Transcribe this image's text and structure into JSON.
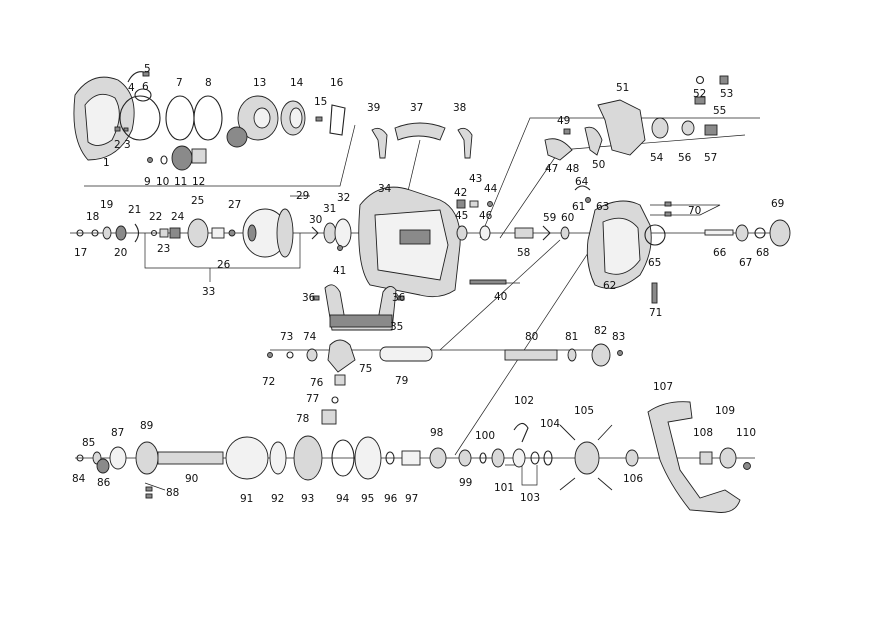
{
  "labels": [
    "1",
    "2",
    "3",
    "4",
    "5",
    "6",
    "7",
    "8",
    "9",
    "10",
    "11",
    "12",
    "13",
    "14",
    "15",
    "16",
    "17",
    "18",
    "19",
    "20",
    "21",
    "22",
    "23",
    "24",
    "25",
    "26",
    "27",
    "29",
    "30",
    "31",
    "32",
    "33",
    "34",
    "35",
    "36",
    "36",
    "37",
    "38",
    "39",
    "40",
    "41",
    "42",
    "43",
    "44",
    "45",
    "46",
    "47",
    "48",
    "49",
    "50",
    "51",
    "52",
    "53",
    "54",
    "55",
    "56",
    "57",
    "58",
    "59",
    "60",
    "61",
    "62",
    "63",
    "64",
    "65",
    "66",
    "67",
    "68",
    "69",
    "70",
    "71",
    "72",
    "73",
    "74",
    "75",
    "76",
    "77",
    "78",
    "79",
    "80",
    "81",
    "82",
    "83",
    "84",
    "85",
    "86",
    "87",
    "88",
    "89",
    "90",
    "91",
    "92",
    "93",
    "94",
    "95",
    "96",
    "97",
    "98",
    "99",
    "100",
    "101",
    "102",
    "103",
    "104",
    "105",
    "106",
    "107",
    "108",
    "109",
    "110"
  ]
}
